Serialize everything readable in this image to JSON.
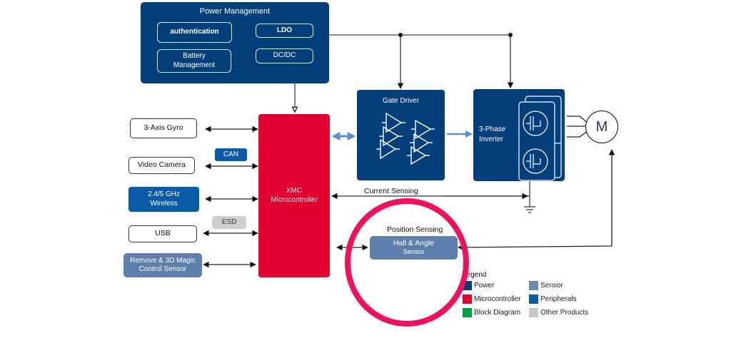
{
  "diagram": {
    "power_management": {
      "title": "Power Management",
      "items": [
        "authentication",
        "LDO",
        "Battery Management",
        "DC/DC"
      ],
      "battery_line1": "Battery",
      "battery_line2": "Management"
    },
    "peripherals": {
      "gyro": "3-Axis Gyro",
      "camera": "Video Camera",
      "wireless_line1": "2.4/5 GHz",
      "wireless_line2": "Wireless",
      "usb": "USB",
      "remote_line1": "Remove & 3D Magic",
      "remote_line2": "Control Sensor"
    },
    "tags": {
      "can": "CAN",
      "esd": "ESD"
    },
    "microcontroller": {
      "line1": "XMC",
      "line2": "Microcontroller"
    },
    "gate_driver": {
      "title": "Gate Driver"
    },
    "inverter": {
      "line1": "3-Phase",
      "line2": "Inverter"
    },
    "motor": {
      "label": "M"
    },
    "signals": {
      "current_sensing": "Current Sensing",
      "position_sensing": "Position Sensing"
    },
    "hall_sensor": {
      "line1": "Hall & Angle",
      "line2": "Sensor"
    },
    "highlight": {
      "shape": "circle",
      "color": "#f0105f",
      "target": "Position Sensing"
    },
    "legend": {
      "title": "Legend",
      "items": [
        {
          "label": "Power",
          "color": "#033f7a"
        },
        {
          "label": "Sensor",
          "color": "#6a8bb0"
        },
        {
          "label": "Microcontroller",
          "color": "#e10032"
        },
        {
          "label": "Peripherals",
          "color": "#0a5aa8"
        },
        {
          "label": "Block Diagram",
          "color": "#00a040"
        },
        {
          "label": "Other Products",
          "color": "#c8c8c8"
        }
      ]
    }
  }
}
